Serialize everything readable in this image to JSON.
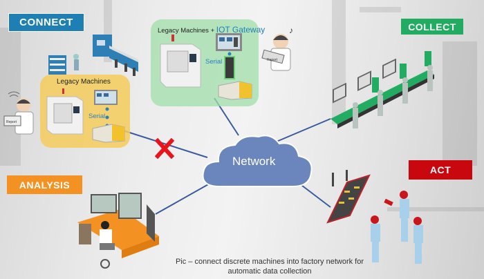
{
  "labels": {
    "connect": "CONNECT",
    "collect": "COLLECT",
    "act": "ACT",
    "analysis": "ANALYSIS"
  },
  "zones": {
    "iot": {
      "title_prefix": "Legacy Machines + ",
      "title_highlight": "IOT Gateway",
      "serial": "Serial"
    },
    "legacy": {
      "title": "Legacy Machines",
      "serial": "Serial"
    }
  },
  "network": {
    "label": "Network"
  },
  "report_label": "Report",
  "caption": {
    "line1": "Pic – connect discrete machines into factory network for",
    "line2": "automatic data collection"
  },
  "colors": {
    "connect": "#1e7fb5",
    "collect": "#22ac62",
    "act": "#c8080e",
    "analysis": "#f39223",
    "cloud": "#6b86bc",
    "link": "#3a5a9e",
    "blocked": "#e8141c"
  },
  "links": [
    {
      "from": "legacy-machines",
      "to": "network",
      "status": "blocked"
    },
    {
      "from": "iot-gateway",
      "to": "network",
      "status": "connected"
    },
    {
      "from": "collect-line",
      "to": "network",
      "status": "connected"
    },
    {
      "from": "analysis-desk",
      "to": "network",
      "status": "connected"
    },
    {
      "from": "act-team",
      "to": "network",
      "status": "connected"
    }
  ]
}
